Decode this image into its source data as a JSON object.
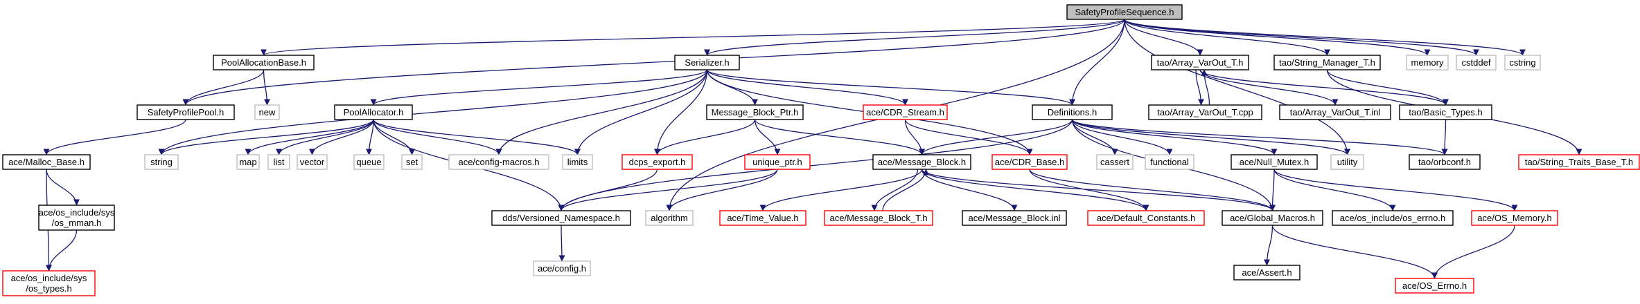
{
  "graph": {
    "colors": {
      "edge": "#191970",
      "border_black": "#000000",
      "border_red": "#ff0000",
      "border_gray": "#bfbfbf",
      "root_fill": "#bfbfbf",
      "fill": "#ffffff"
    },
    "nodes": [
      {
        "id": "root",
        "label": "SafetyProfileSequence.h",
        "style": "root"
      },
      {
        "id": "pab",
        "label": "PoolAllocationBase.h",
        "style": "black"
      },
      {
        "id": "ser",
        "label": "Serializer.h",
        "style": "black"
      },
      {
        "id": "defs",
        "label": "Definitions.h",
        "style": "black"
      },
      {
        "id": "avt",
        "label": "tao/Array_VarOut_T.h",
        "style": "black"
      },
      {
        "id": "smt",
        "label": "tao/String_Manager_T.h",
        "style": "black"
      },
      {
        "id": "mem",
        "label": "memory",
        "style": "gray"
      },
      {
        "id": "cstddef",
        "label": "cstddef",
        "style": "gray"
      },
      {
        "id": "cstring",
        "label": "cstring",
        "style": "gray"
      },
      {
        "id": "spp",
        "label": "SafetyProfilePool.h",
        "style": "black"
      },
      {
        "id": "new",
        "label": "new",
        "style": "gray"
      },
      {
        "id": "pa",
        "label": "PoolAllocator.h",
        "style": "black"
      },
      {
        "id": "mbp",
        "label": "Message_Block_Ptr.h",
        "style": "black"
      },
      {
        "id": "cdrs",
        "label": "ace/CDR_Stream.h",
        "style": "red"
      },
      {
        "id": "avtcpp",
        "label": "tao/Array_VarOut_T.cpp",
        "style": "black"
      },
      {
        "id": "avtinl",
        "label": "tao/Array_VarOut_T.inl",
        "style": "black"
      },
      {
        "id": "bt",
        "label": "tao/Basic_Types.h",
        "style": "black"
      },
      {
        "id": "stbt",
        "label": "tao/String_Traits_Base_T.h",
        "style": "red"
      },
      {
        "id": "mb",
        "label": "ace/Malloc_Base.h",
        "style": "black"
      },
      {
        "id": "string",
        "label": "string",
        "style": "gray"
      },
      {
        "id": "map",
        "label": "map",
        "style": "gray"
      },
      {
        "id": "list",
        "label": "list",
        "style": "gray"
      },
      {
        "id": "vector",
        "label": "vector",
        "style": "gray"
      },
      {
        "id": "queue",
        "label": "queue",
        "style": "gray"
      },
      {
        "id": "set",
        "label": "set",
        "style": "gray"
      },
      {
        "id": "cfgm",
        "label": "ace/config-macros.h",
        "style": "gray"
      },
      {
        "id": "limits",
        "label": "limits",
        "style": "gray"
      },
      {
        "id": "dcps",
        "label": "dcps_export.h",
        "style": "red"
      },
      {
        "id": "uptr",
        "label": "unique_ptr.h",
        "style": "red"
      },
      {
        "id": "msgb",
        "label": "ace/Message_Block.h",
        "style": "black"
      },
      {
        "id": "cdrb",
        "label": "ace/CDR_Base.h",
        "style": "red"
      },
      {
        "id": "cassert",
        "label": "cassert",
        "style": "gray"
      },
      {
        "id": "functional",
        "label": "functional",
        "style": "gray"
      },
      {
        "id": "nm",
        "label": "ace/Null_Mutex.h",
        "style": "black"
      },
      {
        "id": "utility",
        "label": "utility",
        "style": "gray"
      },
      {
        "id": "orbconf",
        "label": "tao/orbconf.h",
        "style": "black"
      },
      {
        "id": "osmman",
        "label": "ace/os_include/sys\n/os_mman.h",
        "style": "black"
      },
      {
        "id": "vns",
        "label": "dds/Versioned_Namespace.h",
        "style": "black"
      },
      {
        "id": "algo",
        "label": "algorithm",
        "style": "gray"
      },
      {
        "id": "tv",
        "label": "ace/Time_Value.h",
        "style": "red"
      },
      {
        "id": "mbt",
        "label": "ace/Message_Block_T.h",
        "style": "red"
      },
      {
        "id": "mbinl",
        "label": "ace/Message_Block.inl",
        "style": "black"
      },
      {
        "id": "dc",
        "label": "ace/Default_Constants.h",
        "style": "red"
      },
      {
        "id": "gm",
        "label": "ace/Global_Macros.h",
        "style": "black"
      },
      {
        "id": "oserrno",
        "label": "ace/os_include/os_errno.h",
        "style": "black"
      },
      {
        "id": "osmem",
        "label": "ace/OS_Memory.h",
        "style": "red"
      },
      {
        "id": "ostypes",
        "label": "ace/os_include/sys\n/os_types.h",
        "style": "red"
      },
      {
        "id": "cfg",
        "label": "ace/config.h",
        "style": "gray"
      },
      {
        "id": "assert",
        "label": "ace/Assert.h",
        "style": "black"
      },
      {
        "id": "oserr",
        "label": "ace/OS_Errno.h",
        "style": "red"
      }
    ],
    "edges": [
      [
        "root",
        "pab"
      ],
      [
        "root",
        "ser"
      ],
      [
        "root",
        "defs"
      ],
      [
        "root",
        "avt"
      ],
      [
        "root",
        "smt"
      ],
      [
        "root",
        "mem"
      ],
      [
        "root",
        "cstddef"
      ],
      [
        "root",
        "cstring"
      ],
      [
        "root",
        "spp"
      ],
      [
        "root",
        "algo"
      ],
      [
        "root",
        "utility"
      ],
      [
        "pab",
        "spp"
      ],
      [
        "pab",
        "new"
      ],
      [
        "spp",
        "mb"
      ],
      [
        "mb",
        "osmman"
      ],
      [
        "mb",
        "ostypes"
      ],
      [
        "osmman",
        "ostypes"
      ],
      [
        "ser",
        "pa"
      ],
      [
        "ser",
        "mbp"
      ],
      [
        "ser",
        "cdrs"
      ],
      [
        "ser",
        "defs"
      ],
      [
        "ser",
        "string"
      ],
      [
        "ser",
        "cfgm"
      ],
      [
        "ser",
        "limits"
      ],
      [
        "ser",
        "dcps"
      ],
      [
        "ser",
        "cdrb"
      ],
      [
        "pa",
        "string"
      ],
      [
        "pa",
        "map"
      ],
      [
        "pa",
        "list"
      ],
      [
        "pa",
        "vector"
      ],
      [
        "pa",
        "queue"
      ],
      [
        "pa",
        "set"
      ],
      [
        "pa",
        "cfgm"
      ],
      [
        "pa",
        "limits"
      ],
      [
        "pa",
        "vns"
      ],
      [
        "mbp",
        "dcps"
      ],
      [
        "mbp",
        "uptr"
      ],
      [
        "mbp",
        "msgb"
      ],
      [
        "dcps",
        "vns"
      ],
      [
        "uptr",
        "vns"
      ],
      [
        "uptr",
        "algo"
      ],
      [
        "cdrs",
        "msgb"
      ],
      [
        "cdrs",
        "cdrb"
      ],
      [
        "defs",
        "msgb"
      ],
      [
        "defs",
        "cassert"
      ],
      [
        "defs",
        "functional"
      ],
      [
        "defs",
        "nm"
      ],
      [
        "defs",
        "utility"
      ],
      [
        "defs",
        "orbconf"
      ],
      [
        "defs",
        "gm"
      ],
      [
        "defs",
        "vns"
      ],
      [
        "msgb",
        "tv"
      ],
      [
        "msgb",
        "mbt"
      ],
      [
        "mbt",
        "msgb"
      ],
      [
        "msgb",
        "mbinl"
      ],
      [
        "msgb",
        "dc"
      ],
      [
        "msgb",
        "gm"
      ],
      [
        "cdrb",
        "dc"
      ],
      [
        "cdrb",
        "gm"
      ],
      [
        "nm",
        "gm"
      ],
      [
        "nm",
        "oserrno"
      ],
      [
        "nm",
        "osmem"
      ],
      [
        "gm",
        "assert"
      ],
      [
        "gm",
        "oserr"
      ],
      [
        "osmem",
        "oserr"
      ],
      [
        "vns",
        "cfg"
      ],
      [
        "avt",
        "avtcpp"
      ],
      [
        "avtcpp",
        "avt"
      ],
      [
        "avt",
        "avtinl"
      ],
      [
        "avt",
        "bt"
      ],
      [
        "smt",
        "bt"
      ],
      [
        "smt",
        "stbt"
      ],
      [
        "bt",
        "orbconf"
      ]
    ]
  }
}
